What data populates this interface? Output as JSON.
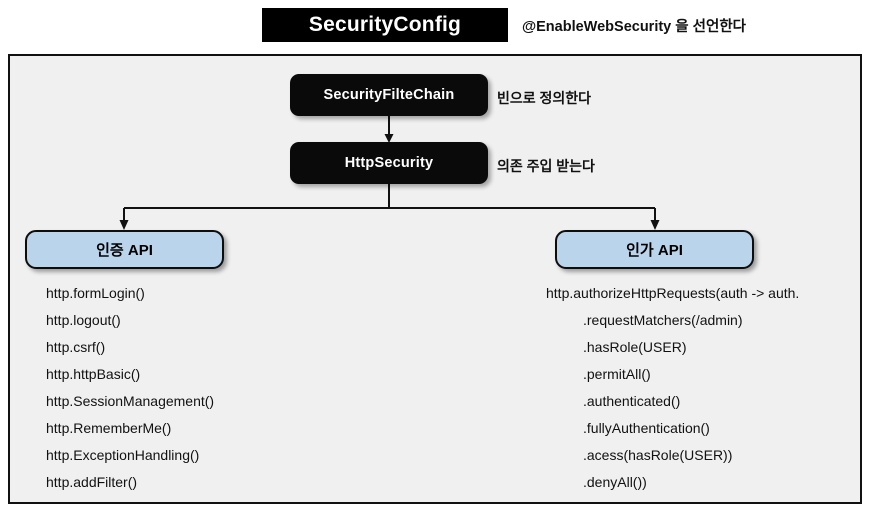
{
  "header": {
    "title": "SecurityConfig",
    "note": "@EnableWebSecurity 을 선언한다"
  },
  "diagram": {
    "nodes": {
      "security_filter_chain": "SecurityFilteChain",
      "http_security": "HttpSecurity",
      "auth_api": "인증 API",
      "authz_api": "인가 API"
    },
    "annotations": {
      "security_filter_chain": "빈으로 정의한다",
      "http_security": "의존 주입 받는다"
    },
    "colors": {
      "node_dark_bg": "#0a0a0a",
      "node_dark_text": "#ffffff",
      "node_blue_bg": "#bad4ec",
      "node_border": "#0d0d0d",
      "frame_bg": "#f0f0f0",
      "frame_border": "#111111",
      "title_bar_bg": "#000000",
      "page_bg": "#ffffff"
    }
  },
  "auth_api_calls": [
    {
      "text": "http.formLogin()",
      "indent": false
    },
    {
      "text": "http.logout()",
      "indent": false
    },
    {
      "text": "http.csrf()",
      "indent": false
    },
    {
      "text": "http.httpBasic()",
      "indent": false
    },
    {
      "text": "http.SessionManagement()",
      "indent": false
    },
    {
      "text": "http.RememberMe()",
      "indent": false
    },
    {
      "text": "http.ExceptionHandling()",
      "indent": false
    },
    {
      "text": "http.addFilter()",
      "indent": false
    }
  ],
  "authz_api_calls": [
    {
      "text": "http.authorizeHttpRequests(auth -> auth.",
      "indent": false
    },
    {
      "text": ".requestMatchers(/admin)",
      "indent": true
    },
    {
      "text": ".hasRole(USER)",
      "indent": true
    },
    {
      "text": ".permitAll()",
      "indent": true
    },
    {
      "text": ".authenticated()",
      "indent": true
    },
    {
      "text": ".fullyAuthentication()",
      "indent": true
    },
    {
      "text": ".acess(hasRole(USER))",
      "indent": true
    },
    {
      "text": ".denyAll())",
      "indent": true
    }
  ]
}
